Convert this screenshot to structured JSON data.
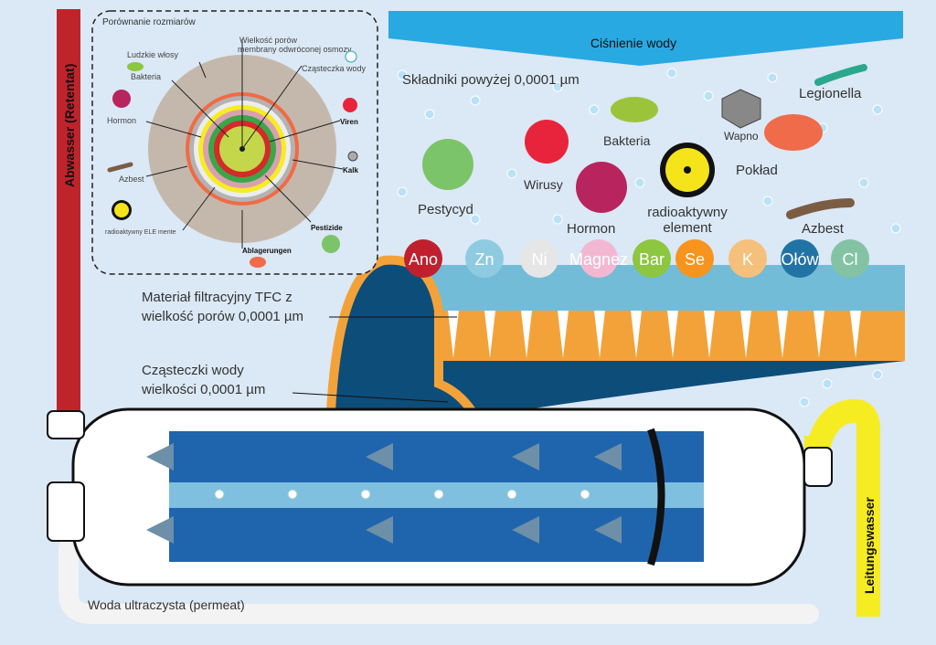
{
  "labels": {
    "retentate": "Abwasser (Retentat)",
    "water_pressure": "Ciśnienie wody",
    "components_above": "Składniki powyżej 0,0001 µm",
    "filter_material_line1": "Materiał filtracyjny TFC z",
    "filter_material_line2": "wielkość porów 0,0001 µm",
    "water_molecules_line1": "Cząsteczki wody",
    "water_molecules_line2": "wielkości 0,0001 µm",
    "permeate": "Woda ultraczysta (permeat)",
    "tap_water": "Leitungswasser"
  },
  "contaminants": {
    "legionella": "Legionella",
    "wapno": "Wapno",
    "bakteria": "Bakteria",
    "poklad": "Pokład",
    "wirusy": "Wirusy",
    "pestycyd": "Pestycyd",
    "hormon": "Hormon",
    "radioactive_line1": "radioaktywny",
    "radioactive_line2": "element",
    "azbest": "Azbest"
  },
  "ions": [
    {
      "label": "Ano",
      "color": "#c0202e"
    },
    {
      "label": "Zn",
      "color": "#8ecbe0"
    },
    {
      "label": "Ni",
      "color": "#e6e6e6"
    },
    {
      "label": "Magnez",
      "color": "#f2b8d2"
    },
    {
      "label": "Bar",
      "color": "#8dc63f"
    },
    {
      "label": "Se",
      "color": "#f7941d"
    },
    {
      "label": "K",
      "color": "#f5c07a"
    },
    {
      "label": "Ołów",
      "color": "#2273a5"
    },
    {
      "label": "Cl",
      "color": "#84c2a4"
    }
  ],
  "inset": {
    "title": "Porównanie rozmiarów",
    "pore_line1": "Wielkość porów",
    "pore_line2": "membrany odwróconej osmozy",
    "hair": "Ludzkie włosy",
    "bacteria": "Bakteria",
    "water_molecule": "Cząsteczka wody",
    "hormone": "Hormon",
    "viruses": "Viren",
    "lime": "Kalk",
    "asbestos": "Azbest",
    "radioactive": "radioaktywny ELE mente",
    "pesticides": "Pestizide",
    "deposits": "Ablagerungen"
  }
}
